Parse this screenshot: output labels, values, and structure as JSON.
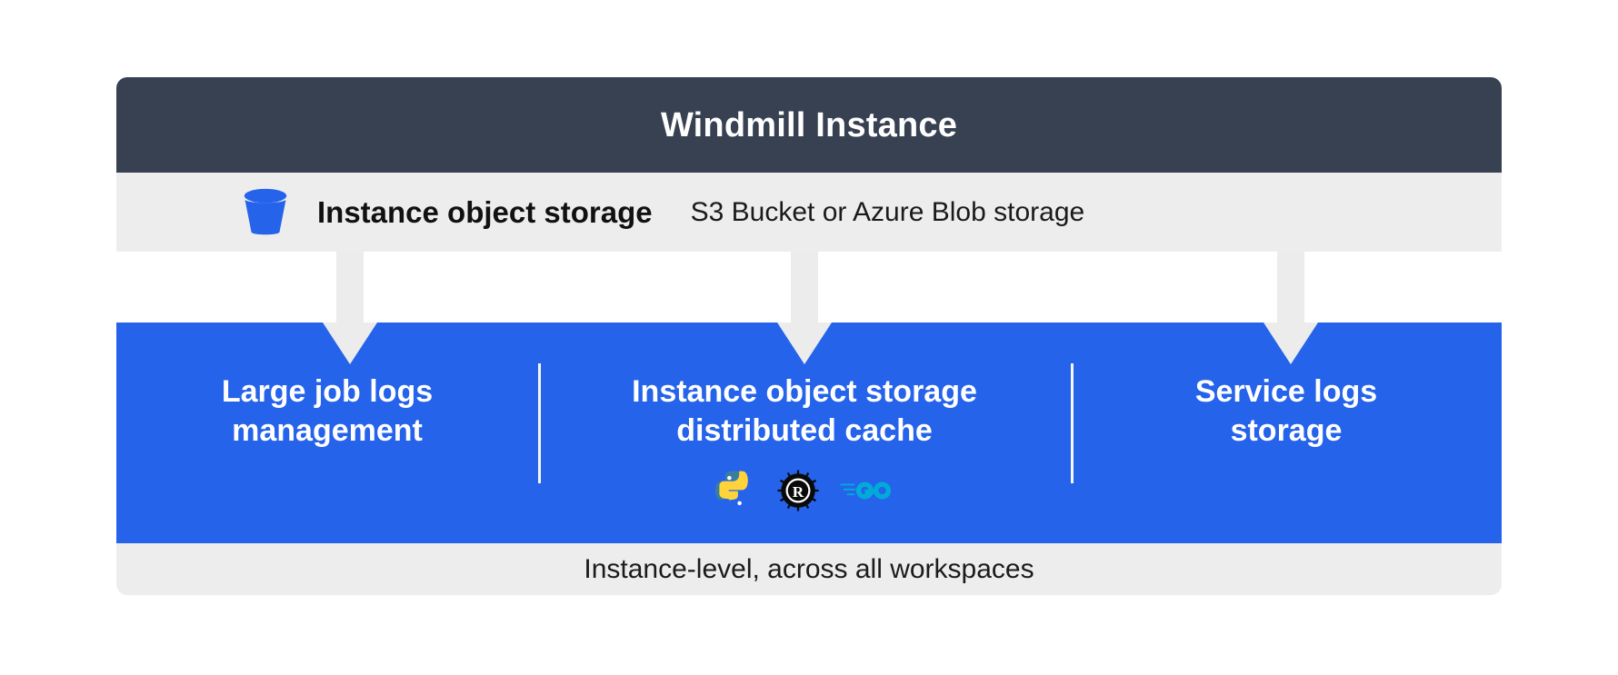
{
  "diagram": {
    "title": "Windmill Instance",
    "storage_row": {
      "icon": "bucket-icon",
      "label": "Instance object storage",
      "description": "S3 Bucket or Azure Blob storage"
    },
    "columns": [
      {
        "title": "Large job logs\nmanagement",
        "languages": []
      },
      {
        "title": "Instance object storage\ndistributed cache",
        "languages": [
          "python-logo-icon",
          "rust-logo-icon",
          "go-logo-icon"
        ]
      },
      {
        "title": "Service logs\nstorage",
        "languages": []
      }
    ],
    "footer": "Instance-level, across all workspaces",
    "colors": {
      "header_background": "#374151",
      "band_background": "#ededed",
      "panel_background": "#2563eb",
      "accent_blue": "#2563eb",
      "arrow": "#ececec",
      "text_on_dark": "#ffffff",
      "text_on_light": "#111111"
    }
  }
}
